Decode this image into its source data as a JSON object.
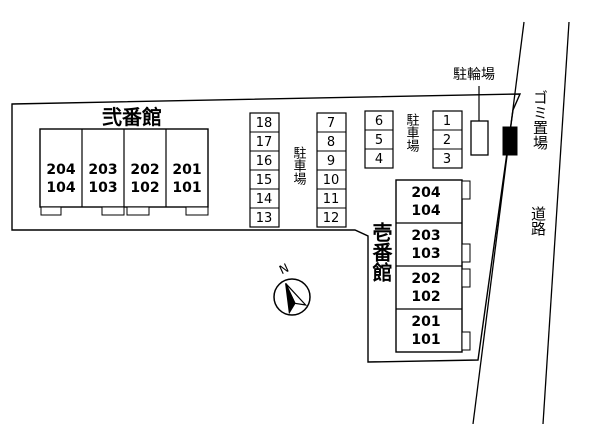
{
  "buildings": {
    "ni": {
      "name": "弐番館",
      "units": [
        {
          "upper": "204",
          "lower": "104"
        },
        {
          "upper": "203",
          "lower": "103"
        },
        {
          "upper": "202",
          "lower": "102"
        },
        {
          "upper": "201",
          "lower": "101"
        }
      ]
    },
    "ichi": {
      "name": "壱番館",
      "units": [
        {
          "upper": "204",
          "lower": "104"
        },
        {
          "upper": "203",
          "lower": "103"
        },
        {
          "upper": "202",
          "lower": "102"
        },
        {
          "upper": "201",
          "lower": "101"
        }
      ]
    }
  },
  "parking": {
    "label": "駐車場",
    "col_a": [
      "18",
      "17",
      "16",
      "15",
      "14",
      "13"
    ],
    "col_b": [
      "7",
      "8",
      "9",
      "10",
      "11",
      "12"
    ],
    "col_c": [
      "6",
      "5",
      "4"
    ],
    "col_d": [
      "1",
      "2",
      "3"
    ]
  },
  "bicycle_parking": "駐輪場",
  "garbage": "ゴミ置場",
  "road": "道路",
  "compass": "N"
}
